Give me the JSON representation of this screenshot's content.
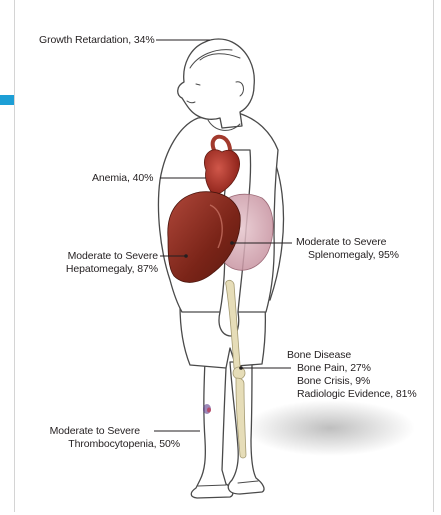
{
  "labels": {
    "growth": "Growth Retardation, 34%",
    "anemia": "Anemia, 40%",
    "hepato_line1": "Moderate to Severe",
    "hepato_line2": "Hepatomegaly, 87%",
    "spleno_line1": "Moderate to Severe",
    "spleno_line2": "Splenomegaly, 95%",
    "bone_title": "Bone Disease",
    "bone_pain": "Bone Pain, 27%",
    "bone_crisis": "Bone Crisis, 9%",
    "bone_radiologic": "Radiologic Evidence, 81%",
    "thrombo_line1": "Moderate to Severe",
    "thrombo_line2": "Thrombocytopenia, 50%"
  },
  "colors": {
    "accent": "#1d9fd6",
    "liver": "#8c2f1f",
    "heart": "#b6372a",
    "spleen": "#d7aeb8",
    "bone": "#e6ddb8",
    "outline": "#4a4a4a"
  }
}
